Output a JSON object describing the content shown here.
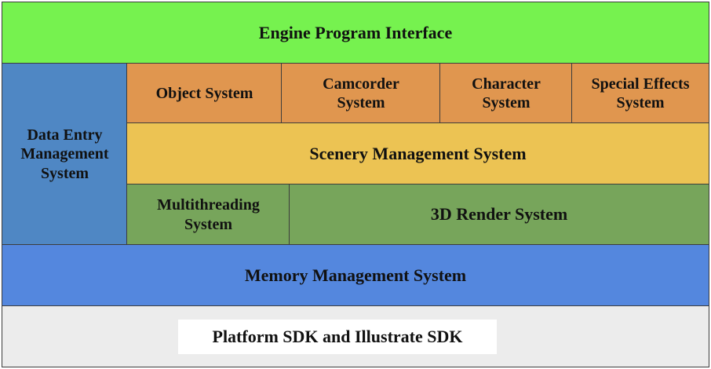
{
  "diagram": {
    "engine_program_interface": "Engine Program Interface",
    "data_entry_management": "Data Entry\nManagement\nSystem",
    "object_system": "Object System",
    "camcorder_system": "Camcorder\nSystem",
    "character_system": "Character\nSystem",
    "special_effects_system": "Special Effects\nSystem",
    "scenery_management_system": "Scenery Management System",
    "multithreading_system": "Multithreading\nSystem",
    "render_system_3d": "3D Render System",
    "memory_management_system": "Memory Management System",
    "platform_sdk": "Platform SDK and Illustrate SDK"
  },
  "colors": {
    "engine_layer": "#76f24f",
    "data_entry_layer": "#4f87c4",
    "subsystem_layer": "#e0964f",
    "scenery_layer": "#ecc353",
    "render_layer": "#77a55b",
    "memory_layer": "#5487de",
    "platform_layer": "#ececec"
  }
}
